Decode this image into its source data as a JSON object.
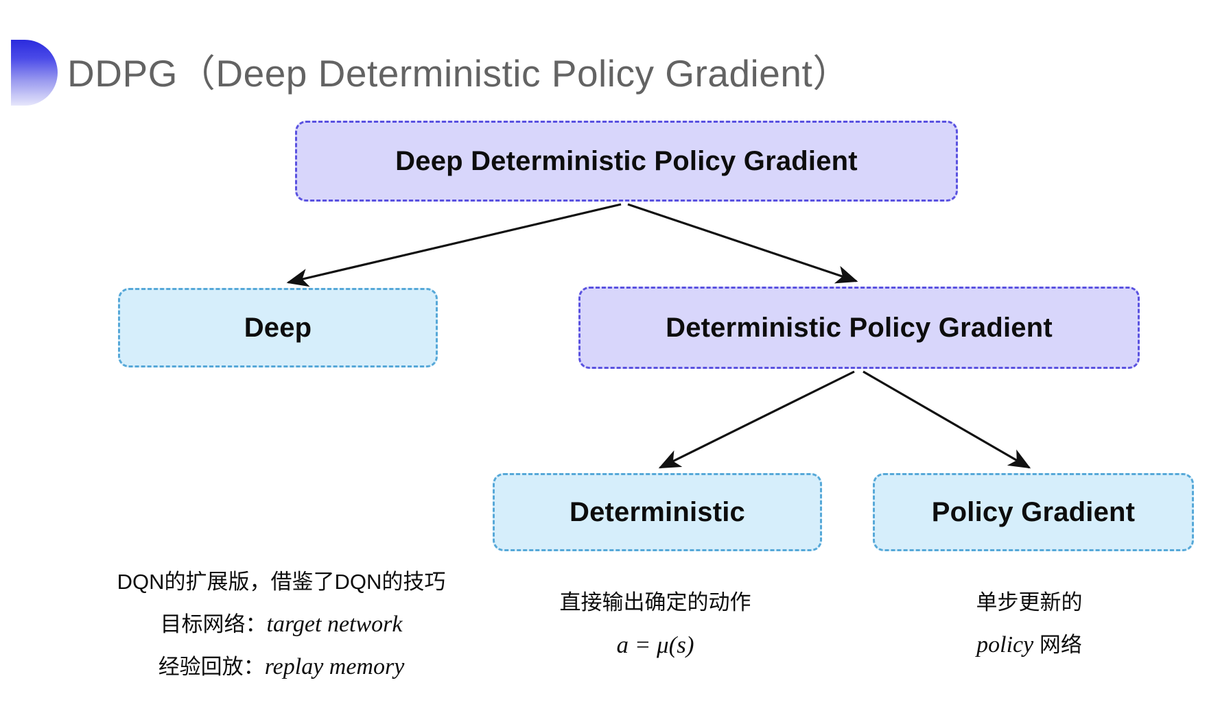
{
  "slide": {
    "title": "DDPG（Deep Deterministic Policy Gradient）",
    "background_color": "#ffffff",
    "accent_color": "#2b2bdd"
  },
  "colors": {
    "purple_fill": "#d8d6fb",
    "purple_border": "#5a52e0",
    "blue_fill": "#d6eefb",
    "blue_border": "#56a8d8",
    "arrow": "#111111",
    "title_text": "#636363",
    "body_text": "#0d0d0d"
  },
  "diagram": {
    "type": "tree",
    "nodes": [
      {
        "id": "root",
        "label": "Deep Deterministic Policy Gradient",
        "style": "purple"
      },
      {
        "id": "deep",
        "label": "Deep",
        "style": "blue"
      },
      {
        "id": "dpg",
        "label": "Deterministic Policy Gradient",
        "style": "purple"
      },
      {
        "id": "det",
        "label": "Deterministic",
        "style": "blue"
      },
      {
        "id": "pg",
        "label": "Policy Gradient",
        "style": "blue"
      }
    ],
    "edges": [
      {
        "from": "root",
        "to": "deep"
      },
      {
        "from": "root",
        "to": "dpg"
      },
      {
        "from": "dpg",
        "to": "det"
      },
      {
        "from": "dpg",
        "to": "pg"
      }
    ]
  },
  "annotations": {
    "deep": {
      "line1": "DQN的扩展版，借鉴了DQN的技巧",
      "line2_label": "目标网络：",
      "line2_term": "target network",
      "line3_label": "经验回放：",
      "line3_term": "replay memory"
    },
    "deterministic": {
      "line1": "直接输出确定的动作",
      "formula": "a = μ(s)"
    },
    "policy_gradient": {
      "line1": "单步更新的",
      "line2_term": "policy",
      "line2_suffix": " 网络"
    }
  }
}
